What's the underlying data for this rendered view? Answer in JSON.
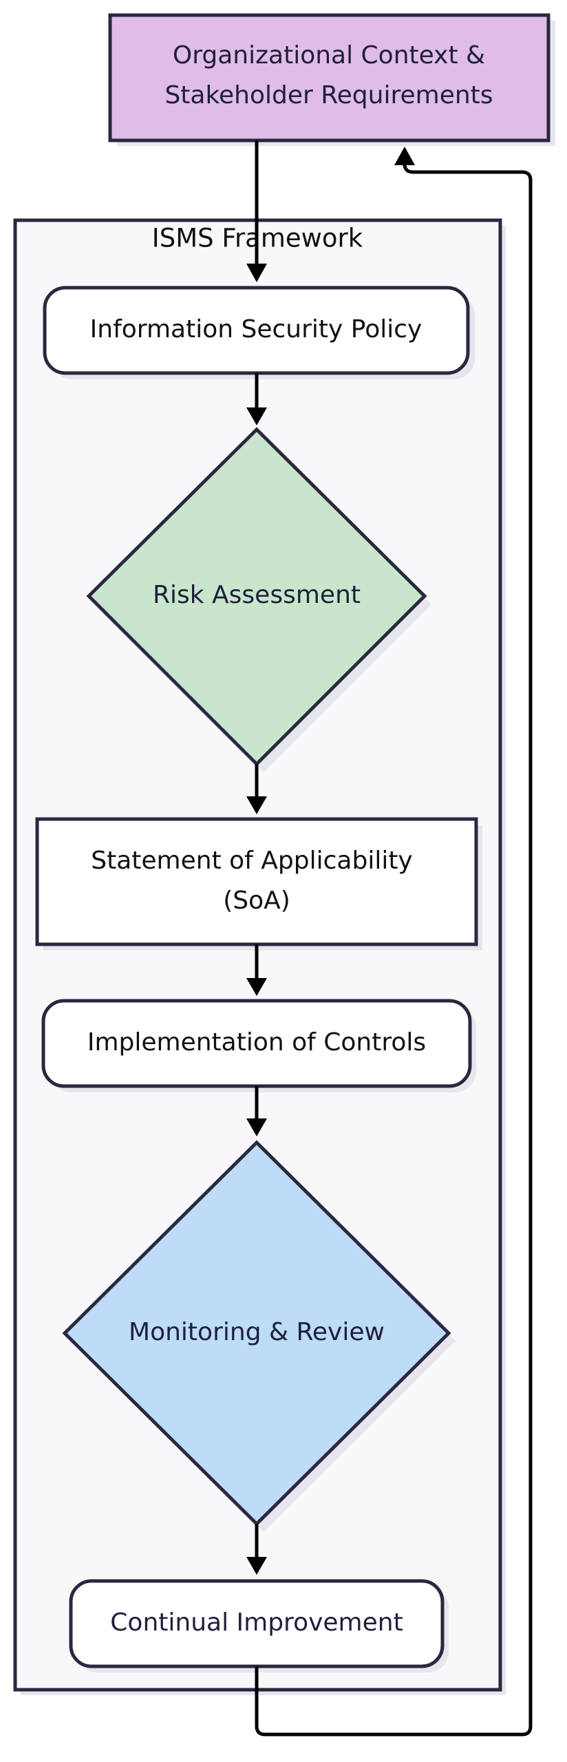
{
  "diagram": {
    "type": "flowchart",
    "cluster": {
      "label": "ISMS Framework"
    },
    "nodes": {
      "context": {
        "lines": [
          "Organizational Context &",
          "Stakeholder Requirements"
        ],
        "shape": "rectangle",
        "fill": "#dfbde6"
      },
      "policy": {
        "lines": [
          "Information Security Policy"
        ],
        "shape": "rounded-rectangle",
        "fill": "#ffffff"
      },
      "risk": {
        "lines": [
          "Risk Assessment"
        ],
        "shape": "diamond",
        "fill": "#c8e6cc"
      },
      "soa": {
        "lines": [
          "Statement of Applicability",
          "(SoA)"
        ],
        "shape": "rectangle",
        "fill": "#ffffff"
      },
      "controls": {
        "lines": [
          "Implementation of Controls"
        ],
        "shape": "rounded-rectangle",
        "fill": "#ffffff"
      },
      "monitoring": {
        "lines": [
          "Monitoring & Review"
        ],
        "shape": "diamond",
        "fill": "#bcdcf8"
      },
      "improvement": {
        "lines": [
          "Continual Improvement"
        ],
        "shape": "rounded-rectangle",
        "fill": "#ffffff"
      }
    },
    "edges": [
      {
        "from": "context",
        "to": "policy"
      },
      {
        "from": "policy",
        "to": "risk"
      },
      {
        "from": "risk",
        "to": "soa"
      },
      {
        "from": "soa",
        "to": "controls"
      },
      {
        "from": "controls",
        "to": "monitoring"
      },
      {
        "from": "monitoring",
        "to": "improvement"
      },
      {
        "from": "improvement",
        "to": "context"
      }
    ],
    "colors": {
      "cluster_fill": "#f8f8fa",
      "border": "#2a2840",
      "edge": "#000000"
    }
  }
}
